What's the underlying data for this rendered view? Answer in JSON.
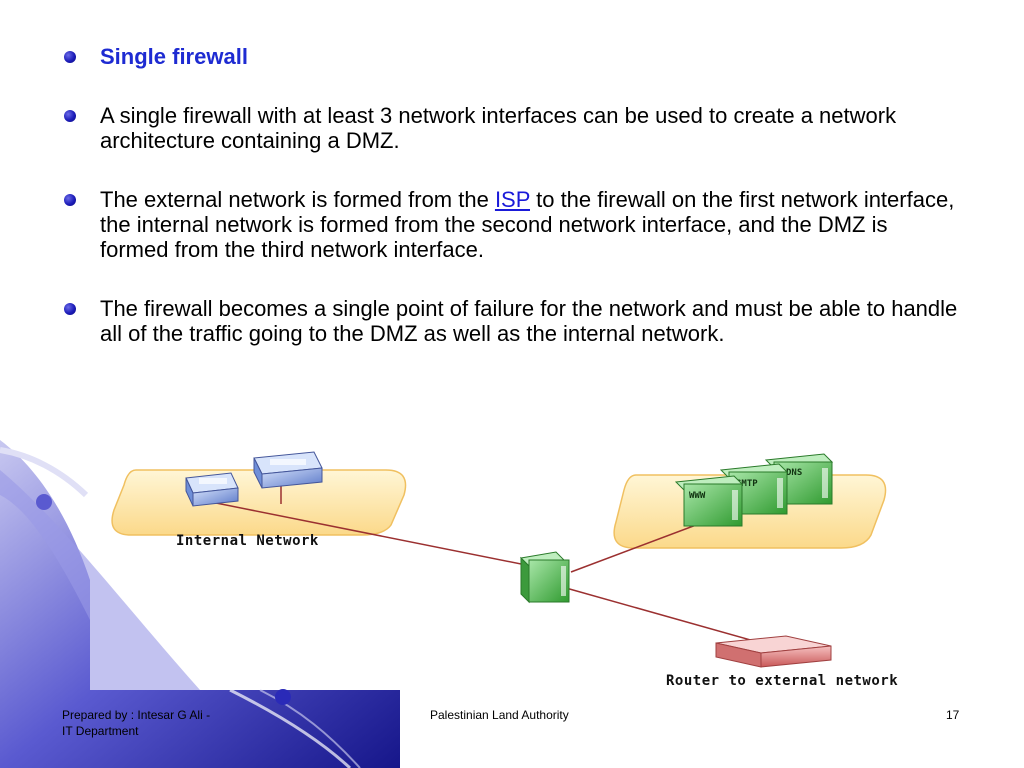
{
  "slide": {
    "heading": "Single firewall",
    "bullet2": "A single firewall with at least 3 network interfaces can be used to create a network architecture containing a DMZ.",
    "bullet3_before": "The external network is formed from the ",
    "bullet3_link": "ISP",
    "bullet3_after": " to the firewall on the first network interface, the internal network is formed from the second network interface, and the DMZ is formed from the third network interface.",
    "bullet4": "The firewall becomes a single point of failure for the network and must be able to handle all of the traffic going to the DMZ as well as the internal network."
  },
  "diagram": {
    "internal_label": "Internal Network",
    "router_label": "Router to external network",
    "server_www": "WWW",
    "server_smtp": "SMTP",
    "server_dns": "DNS",
    "colors": {
      "zone_fill": "#fde9a8",
      "link_line": "#9b3030",
      "server_green": "#4fbf4f",
      "internal_blue": "#6f8fd8",
      "router_red": "#e08080"
    }
  },
  "footer": {
    "prepared_line1": "Prepared by : Intesar G Ali -",
    "prepared_line2": "IT Department",
    "center": "Palestinian Land Authority",
    "page_number": "17"
  }
}
